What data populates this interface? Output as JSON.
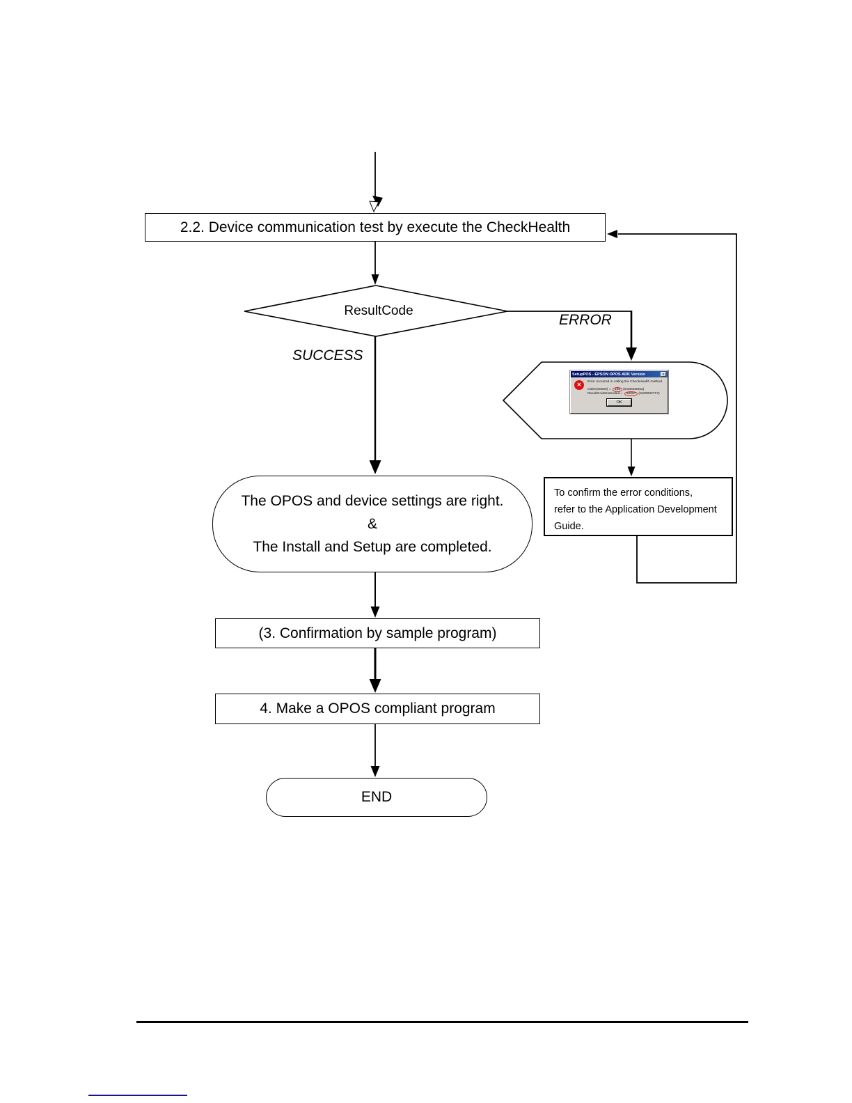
{
  "diagram": {
    "step1": "2.2. Device communication test by execute the CheckHealth",
    "decision": "ResultCode",
    "branch_success": "SUCCESS",
    "branch_error": "ERROR",
    "success_result": {
      "line1": "The OPOS and device settings are right.",
      "line2": "&",
      "line3": "The Install and Setup are completed."
    },
    "step3": "(3. Confirmation by sample program)",
    "step4": "4. Make a OPOS compliant program",
    "end": "END",
    "error_note": {
      "line1": "To confirm the error conditions,",
      "line2": "refer to the Application Development",
      "line3": "Guide."
    }
  },
  "error_dialog": {
    "title": "SetupPOS - EPSON OPOS ADK Version",
    "close_glyph": "×",
    "error_icon_glyph": "✕",
    "message": "Error occurred in calling the CheckHealth method.",
    "code1": {
      "pre": "Claim(50000) = ",
      "highlight": "106",
      "post": "(0x0000006a)"
    },
    "code2": {
      "pre": "ResultCodeExtended = ",
      "highlight": "10007",
      "post": "(0x00002717)"
    },
    "ok_label": "OK"
  },
  "colors": {
    "line": "#000000",
    "titlebar_left": "#010963",
    "titlebar_right": "#2e62ae",
    "dialog_face": "#d6d3ce",
    "error_icon_red": "#dd1111",
    "annotation_red": "#cc3333",
    "footer_blue": "#14148c"
  }
}
